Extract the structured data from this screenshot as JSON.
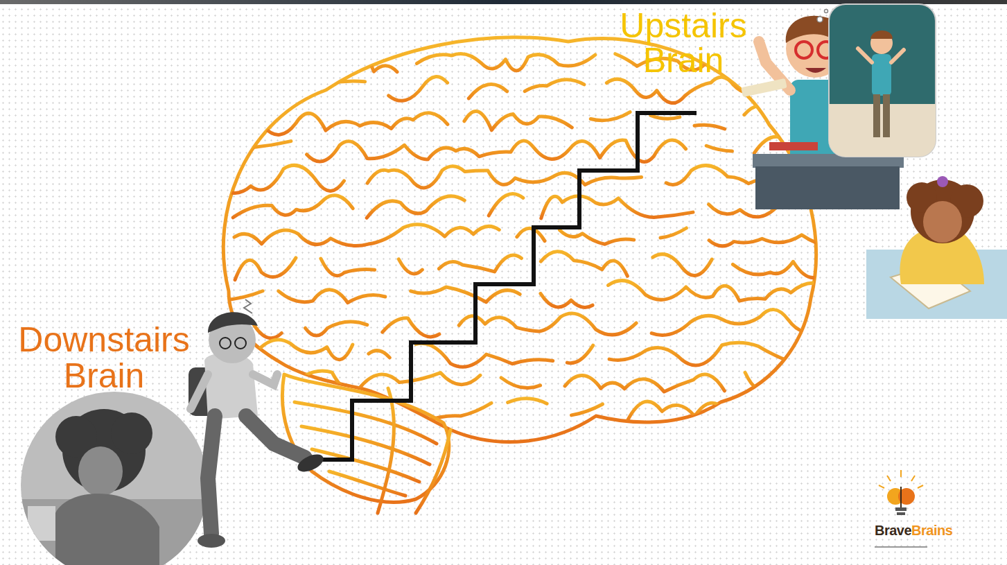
{
  "diagram": {
    "labels": [
      "Upstairs Brain",
      "Downstairs Brain",
      "Brave",
      "Brains"
    ]
  }
}
